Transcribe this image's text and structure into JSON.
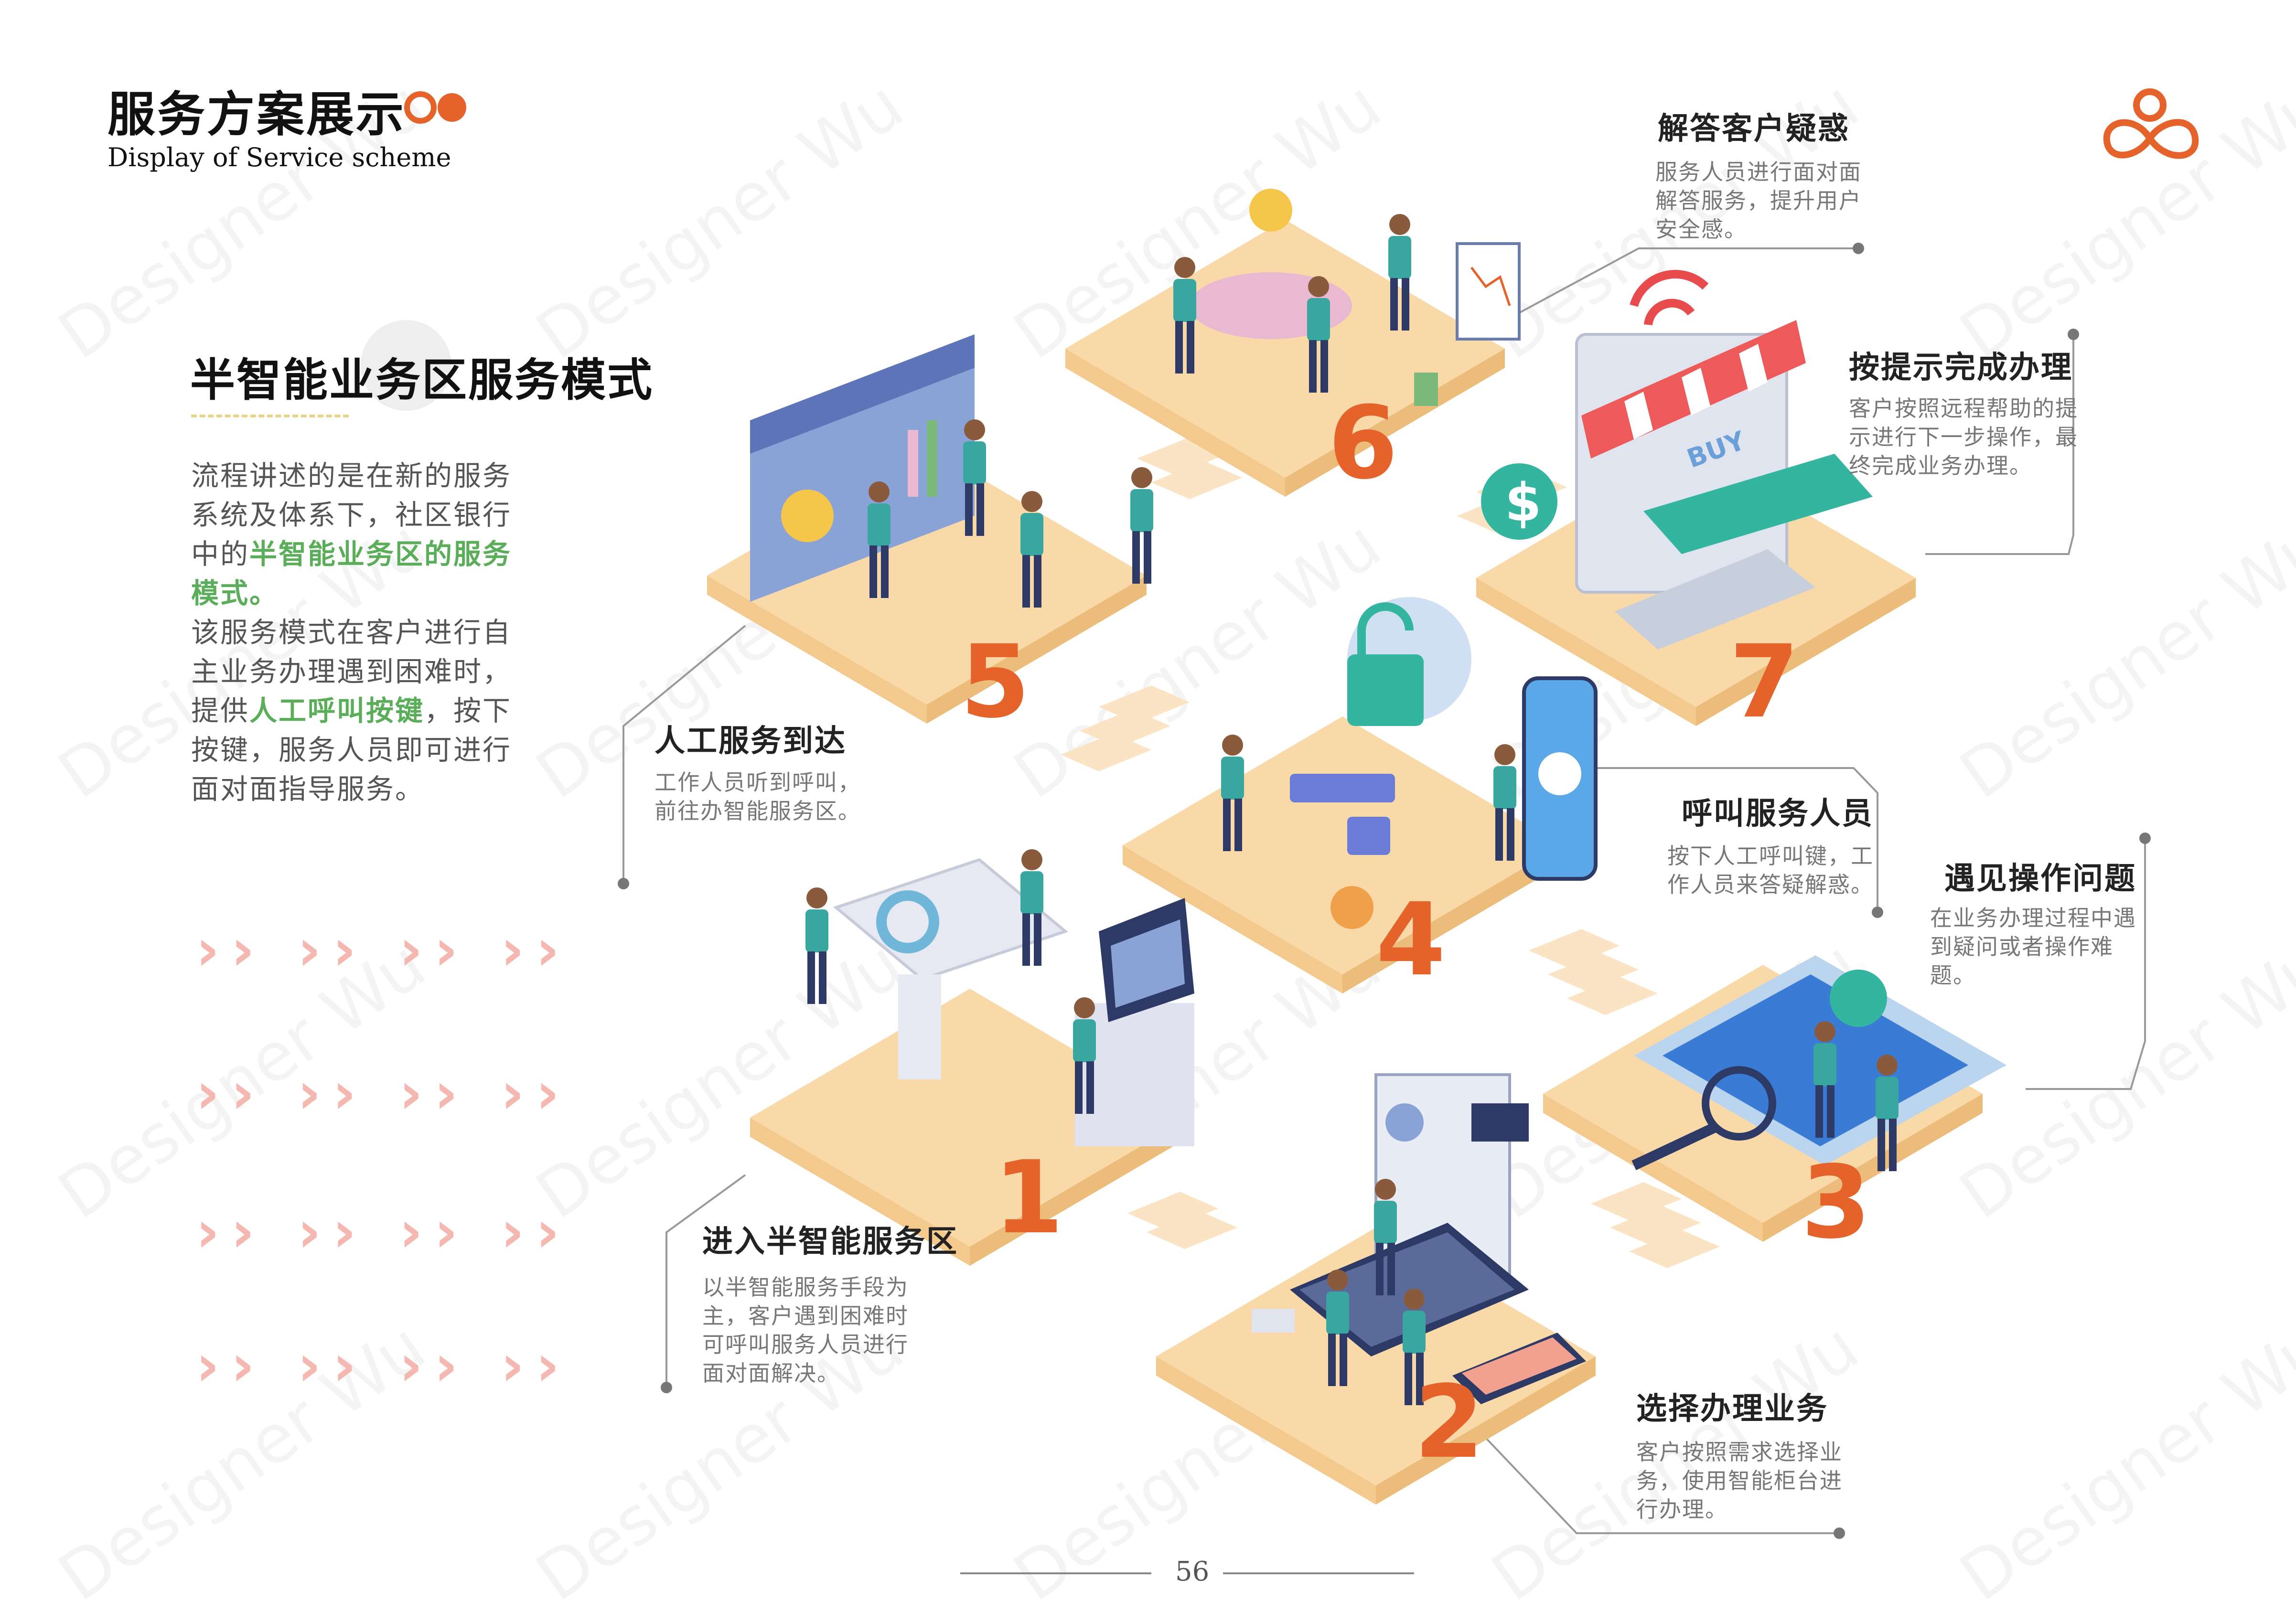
{
  "header": {
    "title": "服务方案展示",
    "subtitle": "Display of Service scheme"
  },
  "section": {
    "title": "半智能业务区服务模式",
    "intro": {
      "p1_a": "流程讲述的是在新的服务系统及体系下，社区银行中的",
      "p1_hl": "半智能业务区的服务模式。",
      "p2_a": "该服务模式在客户进行自主业务办理遇到困难时，提供",
      "p2_hl": "人工呼叫按键",
      "p2_b": "，按下按键，服务人员即可进行面对面指导服务。"
    }
  },
  "steps": [
    {
      "title": "进入半智能服务区",
      "desc": "以半智能服务手段为主，客户遇到困难时可呼叫服务人员进行面对面解决。"
    },
    {
      "title": "选择办理业务",
      "desc": "客户按照需求选择业务，使用智能柜台进行办理。"
    },
    {
      "title": "遇见操作问题",
      "desc": "在业务办理过程中遇到疑问或者操作难题。"
    },
    {
      "title": "呼叫服务人员",
      "desc": "按下人工呼叫键，工作人员来答疑解惑。"
    },
    {
      "title": "人工服务到达",
      "desc": "工作人员听到呼叫，前往办智能服务区。"
    },
    {
      "title": "解答客户疑惑",
      "desc": "服务人员进行面对面解答服务，提升用户安全感。"
    },
    {
      "title": "按提示完成办理",
      "desc": "客户按照远程帮助的提示进行下一步操作，最终完成业务办理。"
    }
  ],
  "numbers": [
    "1",
    "2",
    "3",
    "4",
    "5",
    "6",
    "7"
  ],
  "screen_labels": {
    "buy": "BUY"
  },
  "watermark": "Designer Wu",
  "page_number": "56",
  "colors": {
    "accent": "#e5622b",
    "highlight": "#5aae5a",
    "tile": "#fad9a9",
    "chevron": "#f5b8b0"
  }
}
